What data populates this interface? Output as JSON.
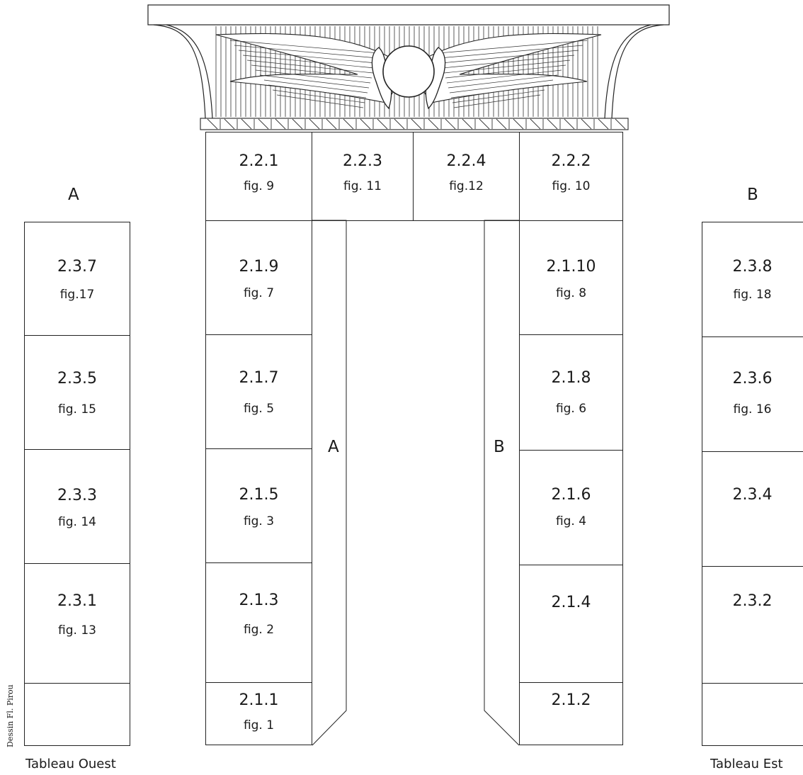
{
  "west_panel": {
    "title": "A",
    "caption": "Tableau Ouest",
    "blocks": [
      {
        "code": "2.3.7",
        "fig": "fig.17"
      },
      {
        "code": "2.3.5",
        "fig": "fig. 15"
      },
      {
        "code": "2.3.3",
        "fig": "fig. 14"
      },
      {
        "code": "2.3.1",
        "fig": "fig. 13"
      },
      {
        "code": "",
        "fig": ""
      }
    ]
  },
  "east_panel": {
    "title": "B",
    "caption": "Tableau Est",
    "blocks": [
      {
        "code": "2.3.8",
        "fig": "fig. 18"
      },
      {
        "code": "2.3.6",
        "fig": "fig. 16"
      },
      {
        "code": "2.3.4",
        "fig": ""
      },
      {
        "code": "2.3.2",
        "fig": ""
      },
      {
        "code": "",
        "fig": ""
      }
    ]
  },
  "lintel": [
    {
      "code": "2.2.1",
      "fig": "fig. 9"
    },
    {
      "code": "2.2.3",
      "fig": "fig. 11"
    },
    {
      "code": "2.2.4",
      "fig": "fig.12"
    },
    {
      "code": "2.2.2",
      "fig": "fig. 10"
    }
  ],
  "left_jamb": {
    "side_label": "A",
    "blocks": [
      {
        "code": "2.1.9",
        "fig": "fig. 7"
      },
      {
        "code": "2.1.7",
        "fig": "fig. 5"
      },
      {
        "code": "2.1.5",
        "fig": "fig. 3"
      },
      {
        "code": "2.1.3",
        "fig": "fig. 2"
      },
      {
        "code": "2.1.1",
        "fig": "fig. 1"
      }
    ]
  },
  "right_jamb": {
    "side_label": "B",
    "blocks": [
      {
        "code": "2.1.10",
        "fig": "fig. 8"
      },
      {
        "code": "2.1.8",
        "fig": "fig. 6"
      },
      {
        "code": "2.1.6",
        "fig": "fig. 4"
      },
      {
        "code": "2.1.4",
        "fig": ""
      },
      {
        "code": "2.1.2",
        "fig": ""
      }
    ]
  },
  "credit": "Dessin Fl. Pirou",
  "colors": {
    "line": "#222222",
    "background": "#ffffff"
  },
  "cornice_ornament": "winged-sun-disk-with-uraei-icon"
}
